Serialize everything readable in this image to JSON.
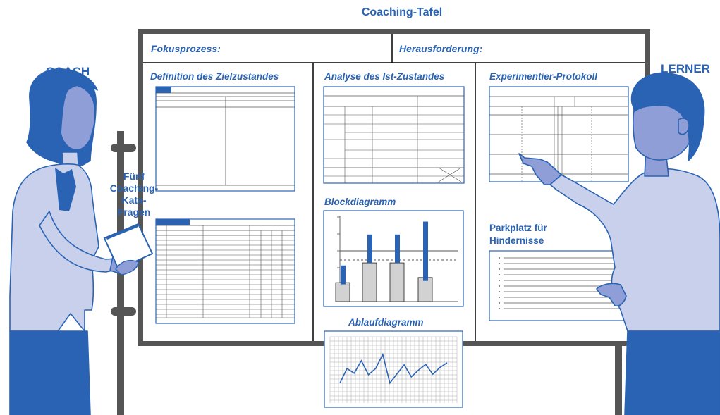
{
  "title": "Coaching-Tafel",
  "labels": {
    "coach": "COACH",
    "learner": "LERNER",
    "questions": [
      "Fünf",
      "Coaching-",
      "Kata-",
      "Fragen"
    ],
    "parking": [
      "Parkplatz für",
      "Hindernisse"
    ]
  },
  "board": {
    "focus_process": "Fokusprozess:",
    "challenge": "Herausforderung:",
    "target_state": "Definition des Zielzustandes",
    "current_state": "Analyse des Ist-Zustandes",
    "experiment_log": "Experimentier-Protokoll",
    "block_diagram": "Blockdiagramm",
    "run_chart": "Ablaufdiagramm"
  },
  "colors": {
    "accent": "#2a63b3",
    "figure_fill": "#8f9ed6",
    "light_fill": "#c9d0ec",
    "board_frame": "#555555"
  },
  "icons": [
    "coach-figure",
    "learner-figure",
    "board-stand",
    "card-in-hand"
  ],
  "block_diagram_data": {
    "bar_levels": [
      0.22,
      0.45,
      0.45,
      0.28
    ],
    "range_low": [
      0.2,
      0.45,
      0.45,
      0.24
    ],
    "range_high": [
      0.42,
      0.78,
      0.78,
      0.93
    ]
  },
  "run_chart_data": {
    "values": [
      0.22,
      0.5,
      0.41,
      0.65,
      0.38,
      0.5,
      0.77,
      0.22,
      0.4,
      0.57,
      0.34,
      0.47,
      0.58,
      0.39,
      0.52,
      0.61
    ]
  }
}
